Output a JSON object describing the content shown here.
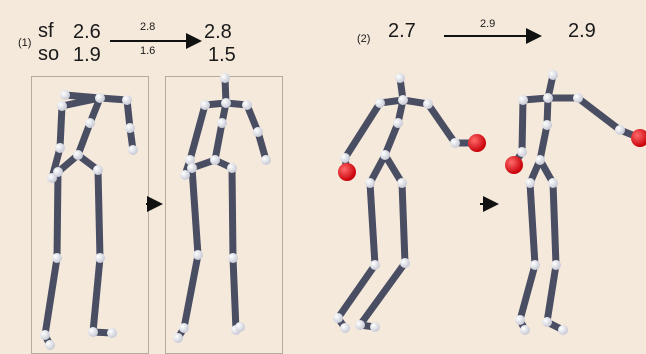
{
  "panel1": {
    "label": "(1)",
    "row_sf": {
      "name": "sf",
      "before": "2.6",
      "arrow_value": "2.8",
      "after": "2.8"
    },
    "row_so": {
      "name": "so",
      "before": "1.9",
      "arrow_value": "1.6",
      "after": "1.5"
    }
  },
  "panel2": {
    "label": "(2)",
    "before": "2.7",
    "arrow_value": "2.9",
    "after": "2.9"
  },
  "colors": {
    "background": "#f5e9dc",
    "bone": "#4a4e63",
    "joint": "#f4f4f8",
    "highlight_joint": "#e8141a",
    "frame": "#b8ab9c"
  }
}
